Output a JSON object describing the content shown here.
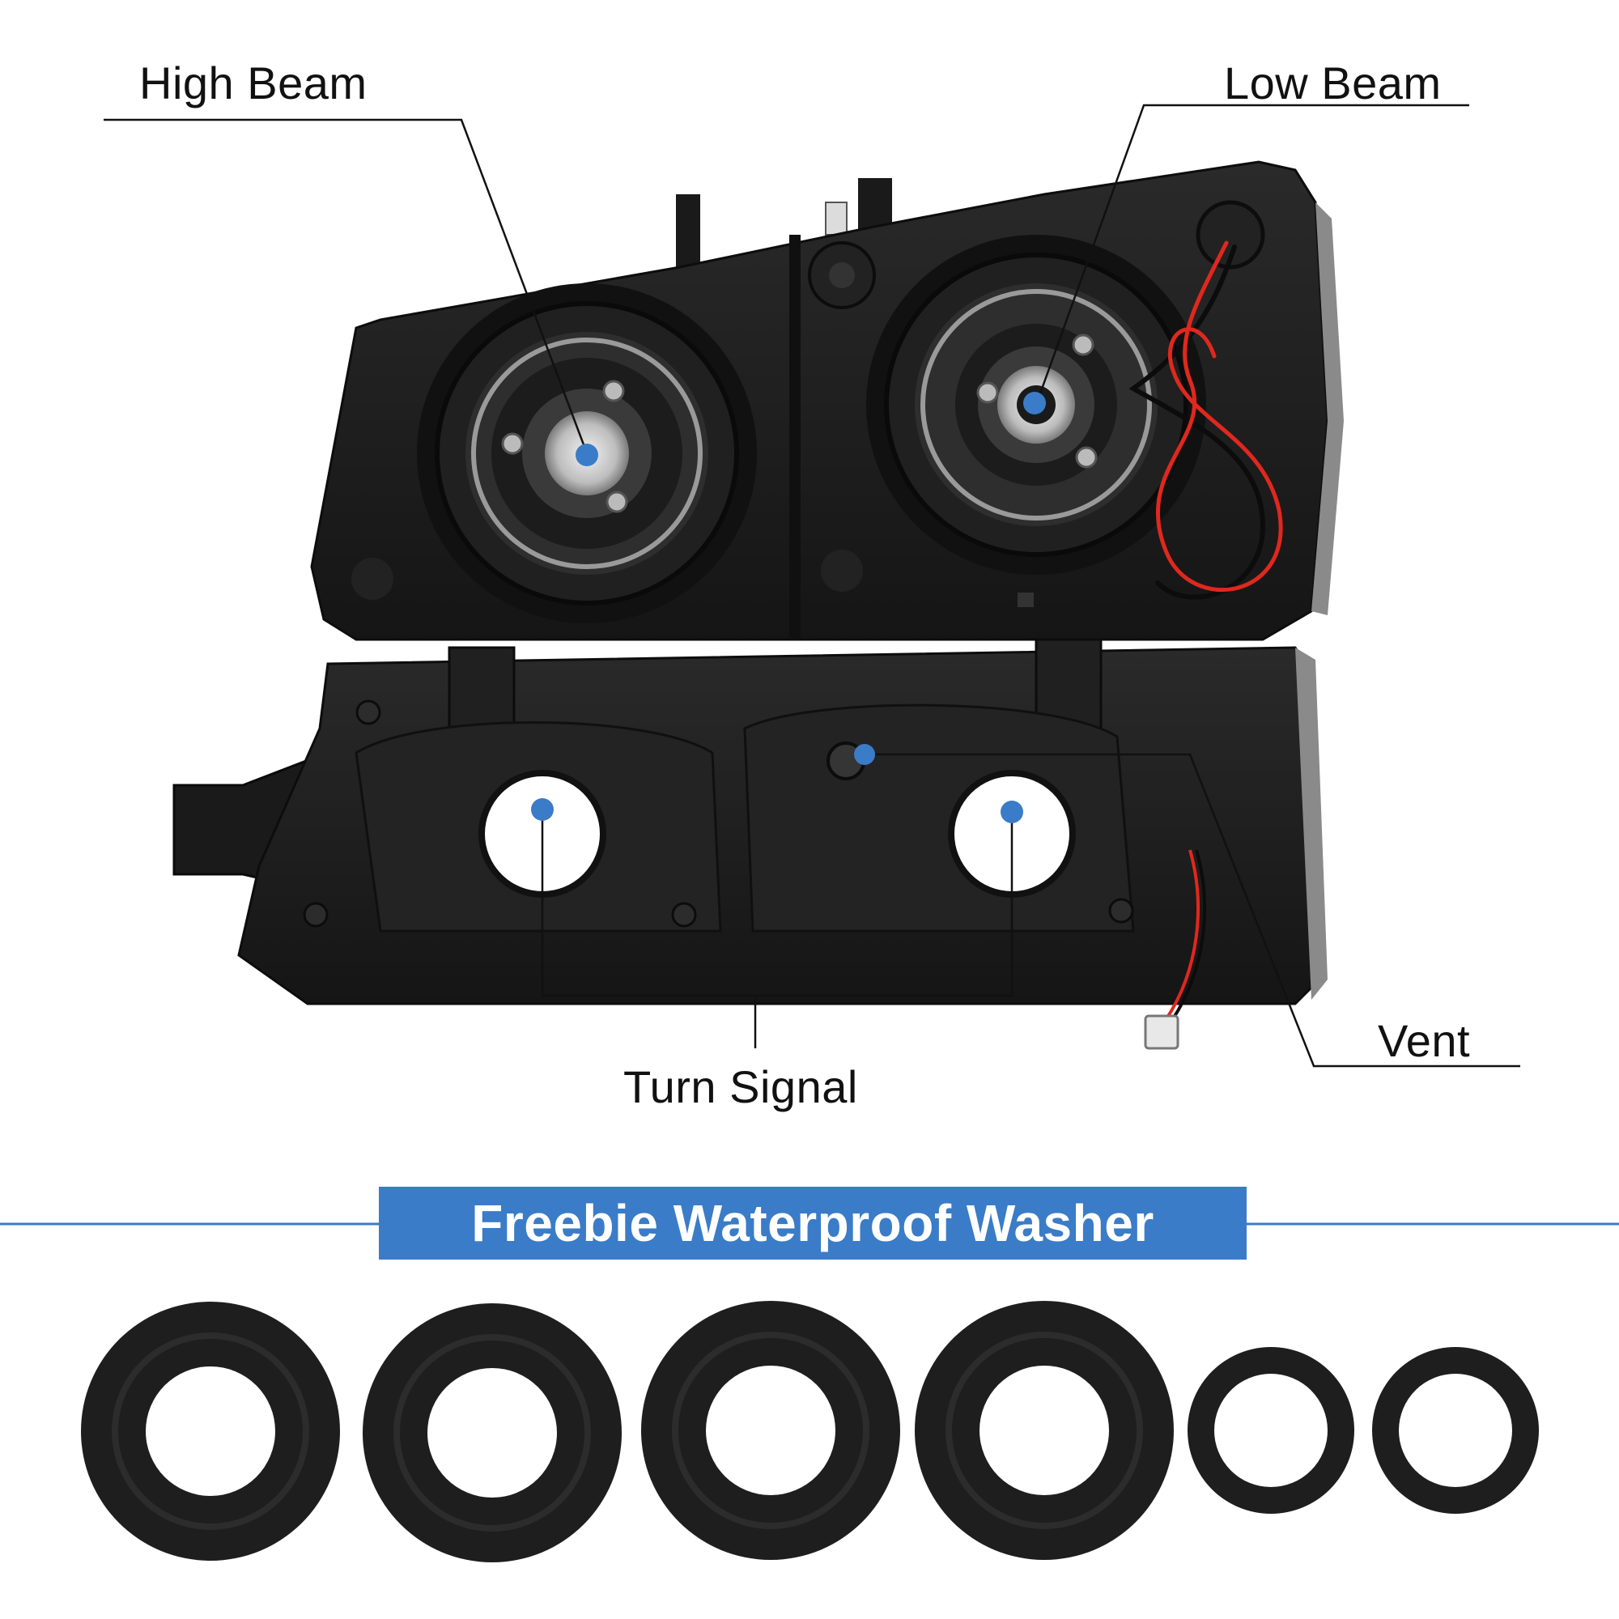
{
  "labels": {
    "high_beam": "High Beam",
    "low_beam": "Low Beam",
    "turn_signal": "Turn Signal",
    "vent": "Vent"
  },
  "banner": {
    "text": "Freebie Waterproof Washer"
  },
  "colors": {
    "marker_blue": "#3a7cc8",
    "banner_blue": "#3a7cc8",
    "housing_black": "#1c1c1c",
    "wire_red": "#e0281e"
  },
  "washers": {
    "count": 6
  }
}
